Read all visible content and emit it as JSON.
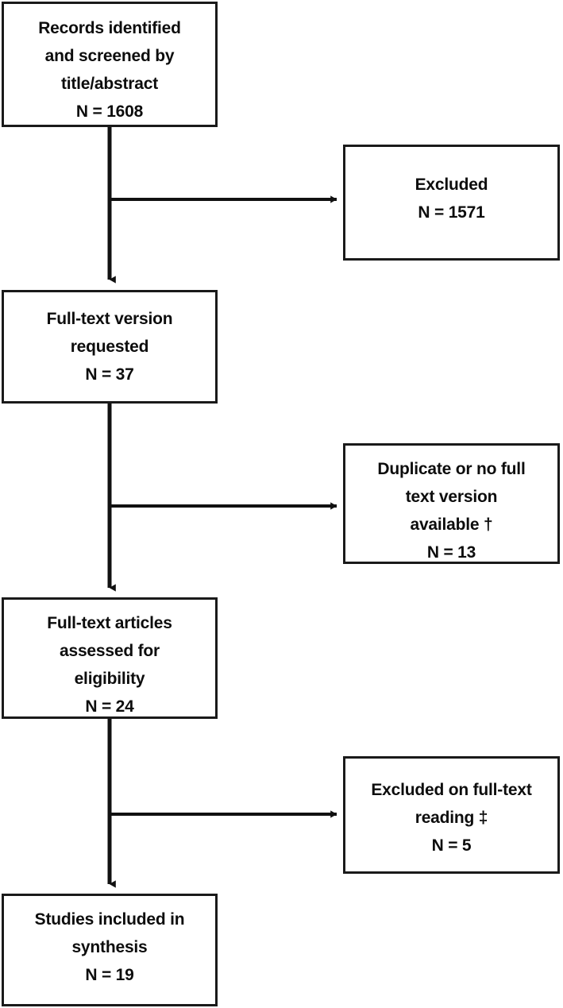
{
  "diagram": {
    "type": "prisma-flow-diagram",
    "colors": {
      "stroke": "#1a1a1a",
      "text": "#0d0d0d",
      "background": "#ffffff"
    },
    "nodes": {
      "identified": {
        "text": "Records identified\nand screened by\ntitle/abstract",
        "count": "N = 1608"
      },
      "excluded_screening": {
        "text": "Excluded",
        "count": "N = 1571"
      },
      "fulltext_requested": {
        "text": "Full-text version\nrequested",
        "count": "N = 37"
      },
      "duplicate_or_unavailable": {
        "text": "Duplicate or no full\ntext version\navailable †",
        "count": "N = 13"
      },
      "assessed_eligibility": {
        "text": "Full-text articles\nassessed for\neligibility",
        "count": "N = 24"
      },
      "excluded_fulltext": {
        "text": "Excluded on full-text\nreading ‡",
        "count": "N = 5"
      },
      "included_synthesis": {
        "text": "Studies included in\nsynthesis",
        "count": "N = 19"
      }
    }
  }
}
